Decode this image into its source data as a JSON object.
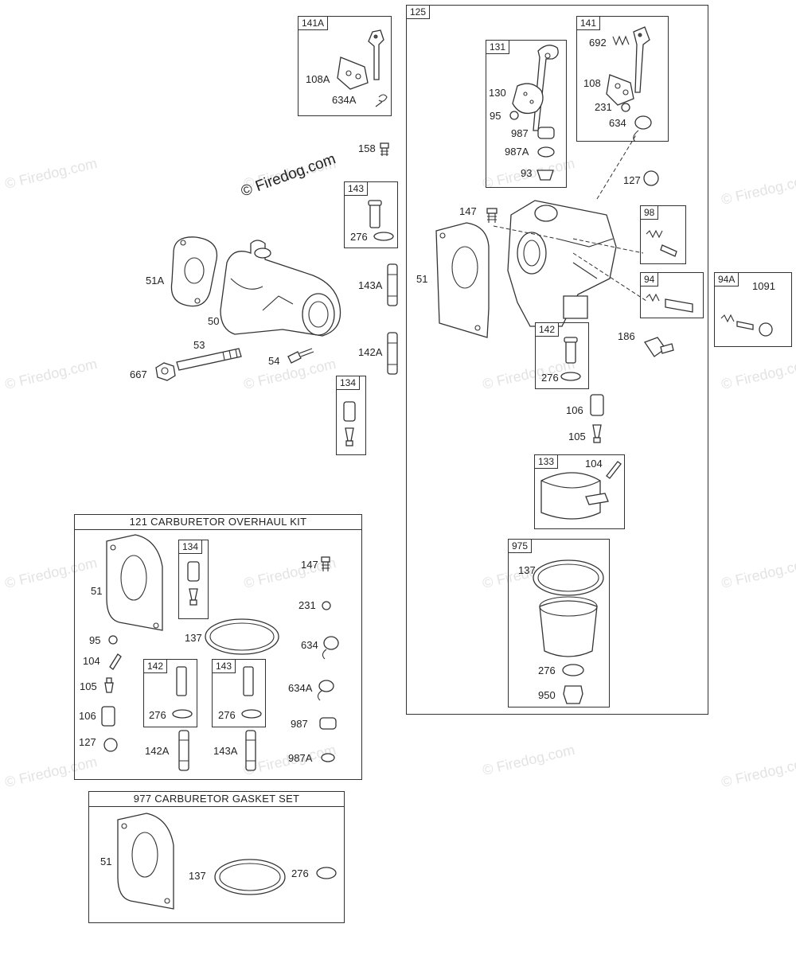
{
  "watermark": "© Firedog.com",
  "brand": "© Firedog.com",
  "boxes": {
    "b141A": "141A",
    "b125": "125",
    "b131": "131",
    "b141": "141",
    "b143": "143",
    "b98": "98",
    "b94": "94",
    "b94A": "94A",
    "b142": "142",
    "b134": "134",
    "b133": "133",
    "b975": "975",
    "k134": "134",
    "k142": "142",
    "k143": "143"
  },
  "kits": {
    "overhaul_title": "121 CARBURETOR OVERHAUL KIT",
    "gasket_title": "977 CARBURETOR GASKET SET"
  },
  "labels": {
    "l108A": "108A",
    "l634A": "634A",
    "l158": "158",
    "l276a": "276",
    "l51A": "51A",
    "l50": "50",
    "l53": "53",
    "l667": "667",
    "l54": "54",
    "l143A": "143A",
    "l142A": "142A",
    "l130": "130",
    "l95": "95",
    "l987": "987",
    "l987A": "987A",
    "l93": "93",
    "l692": "692",
    "l108": "108",
    "l231": "231",
    "l634": "634",
    "l127": "127",
    "l147": "147",
    "l51": "51",
    "l1091": "1091",
    "l186": "186",
    "l276b": "276",
    "l106": "106",
    "l105": "105",
    "l104": "104",
    "l137": "137",
    "l276c": "276",
    "l950": "950",
    "k51": "51",
    "k95": "95",
    "k104": "104",
    "k105": "105",
    "k106": "106",
    "k127": "127",
    "k137": "137",
    "k276a": "276",
    "k276b": "276",
    "k142A": "142A",
    "k143A": "143A",
    "k147": "147",
    "k231": "231",
    "k634": "634",
    "k634A": "634A",
    "k987": "987",
    "k987A": "987A",
    "g51": "51",
    "g137": "137",
    "g276": "276"
  }
}
